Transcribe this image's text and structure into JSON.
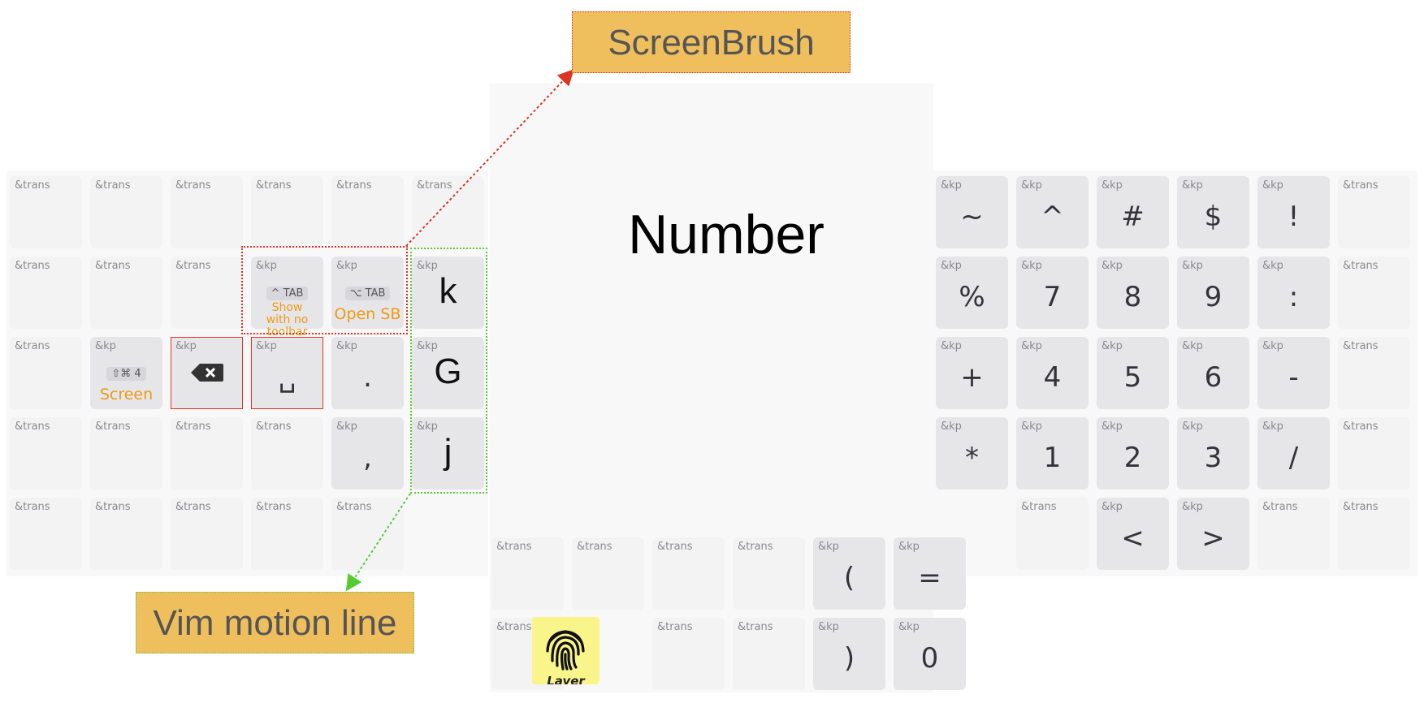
{
  "title": "Number",
  "callouts": {
    "screenbrush": "ScreenBrush",
    "vim": "Vim motion line"
  },
  "colors": {
    "red": "#dd3322",
    "green": "#55cc33",
    "orange": "#ee9a12",
    "callout_bg": "#efbf5e"
  },
  "keys": [
    {
      "tag": "&trans"
    },
    {
      "tag": "&trans"
    },
    {
      "tag": "&trans"
    },
    {
      "tag": "&trans"
    },
    {
      "tag": "&trans"
    },
    {
      "tag": "&trans"
    },
    {
      "tag": "&trans"
    },
    {
      "tag": "&trans"
    },
    {
      "tag": "&trans"
    },
    {
      "tag": "&kp",
      "combo": "^ TAB",
      "label": "Show with no toolbar"
    },
    {
      "tag": "&kp",
      "combo": "⌥ TAB",
      "label": "Open SB"
    },
    {
      "tag": "&kp",
      "value": "k"
    },
    {
      "tag": "&trans"
    },
    {
      "tag": "&kp",
      "combo": "⇧⌘ 4",
      "label": "Screen"
    },
    {
      "tag": "&kp",
      "icon": "backspace-icon"
    },
    {
      "tag": "&kp",
      "value": "␣"
    },
    {
      "tag": "&kp",
      "value": "."
    },
    {
      "tag": "&kp",
      "value": "G"
    },
    {
      "tag": "&trans"
    },
    {
      "tag": "&trans"
    },
    {
      "tag": "&trans"
    },
    {
      "tag": "&trans"
    },
    {
      "tag": "&kp",
      "value": ","
    },
    {
      "tag": "&kp",
      "value": "j"
    },
    {
      "tag": "&trans"
    },
    {
      "tag": "&trans"
    },
    {
      "tag": "&trans"
    },
    {
      "tag": "&trans"
    },
    {
      "tag": "&trans"
    },
    {
      "tag": "&kp",
      "value": "~"
    },
    {
      "tag": "&kp",
      "value": "^"
    },
    {
      "tag": "&kp",
      "value": "#"
    },
    {
      "tag": "&kp",
      "value": "$"
    },
    {
      "tag": "&kp",
      "value": "!"
    },
    {
      "tag": "&trans"
    },
    {
      "tag": "&kp",
      "value": "%"
    },
    {
      "tag": "&kp",
      "value": "7"
    },
    {
      "tag": "&kp",
      "value": "8"
    },
    {
      "tag": "&kp",
      "value": "9"
    },
    {
      "tag": "&kp",
      "value": ":"
    },
    {
      "tag": "&trans"
    },
    {
      "tag": "&kp",
      "value": "+"
    },
    {
      "tag": "&kp",
      "value": "4"
    },
    {
      "tag": "&kp",
      "value": "5"
    },
    {
      "tag": "&kp",
      "value": "6"
    },
    {
      "tag": "&kp",
      "value": "-"
    },
    {
      "tag": "&trans"
    },
    {
      "tag": "&kp",
      "value": "*"
    },
    {
      "tag": "&kp",
      "value": "1"
    },
    {
      "tag": "&kp",
      "value": "2"
    },
    {
      "tag": "&kp",
      "value": "3"
    },
    {
      "tag": "&kp",
      "value": "/"
    },
    {
      "tag": "&trans"
    },
    {
      "tag": "&trans"
    },
    {
      "tag": "&kp",
      "value": "<"
    },
    {
      "tag": "&kp",
      "value": ">"
    },
    {
      "tag": "&trans"
    },
    {
      "tag": "&trans"
    },
    {
      "tag": "&trans"
    },
    {
      "tag": "&trans"
    },
    {
      "tag": "&trans"
    },
    {
      "tag": "&trans"
    },
    {
      "tag": "&kp",
      "value": "("
    },
    {
      "tag": "&kp",
      "value": "="
    },
    {
      "tag": "&trans"
    },
    {
      "tag": "&trans"
    },
    {
      "tag": "&trans"
    },
    {
      "tag": "&kp",
      "value": ")"
    },
    {
      "tag": "&kp",
      "value": "0"
    }
  ],
  "layer_key": {
    "label": "Layer",
    "icon": "fingerprint-icon"
  }
}
